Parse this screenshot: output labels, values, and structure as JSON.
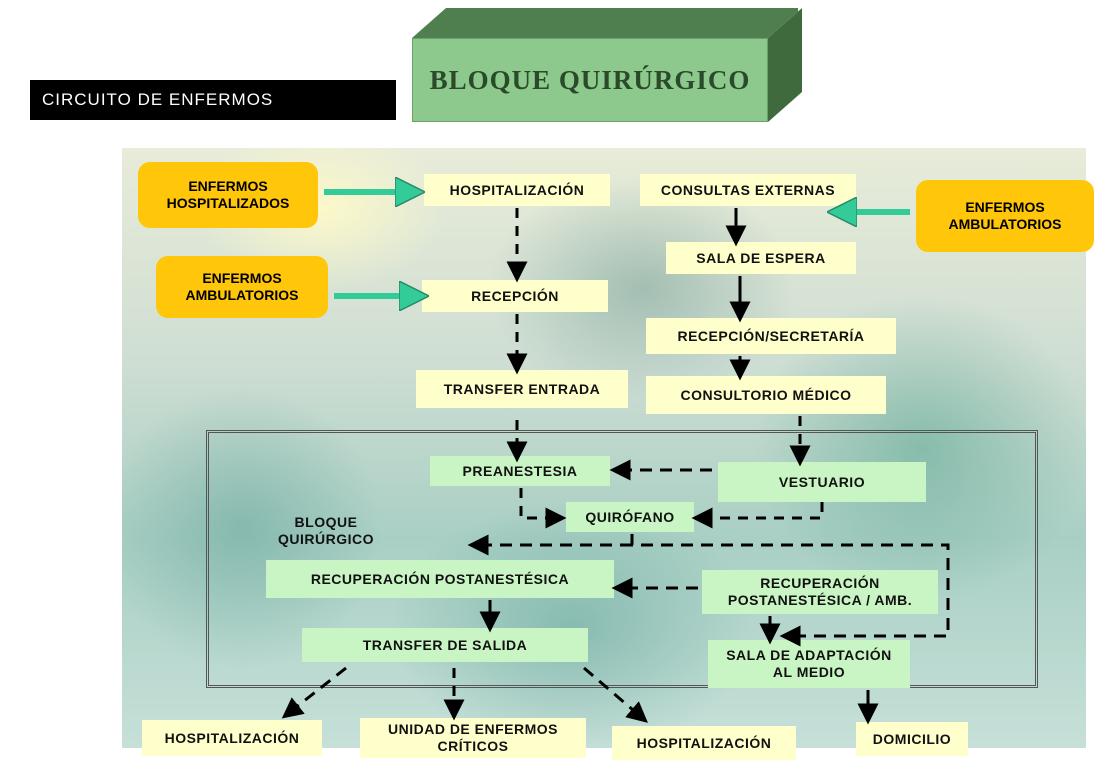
{
  "header": {
    "subtitle": "CIRCUITO DE ENFERMOS",
    "title": "BLOQUE QUIRÚRGICO"
  },
  "sources": {
    "hospitalized": "ENFERMOS HOSPITALIZADOS",
    "ambulatory_left": "ENFERMOS AMBULATORIOS",
    "ambulatory_right": "ENFERMOS AMBULATORIOS"
  },
  "left_path": {
    "hospitalization": "HOSPITALIZACIÓN",
    "reception": "RECEPCIÓN",
    "transfer_in": "TRANSFER ENTRADA"
  },
  "right_path": {
    "outpatient": "CONSULTAS EXTERNAS",
    "waiting_room": "SALA DE ESPERA",
    "reception_secretary": "RECEPCIÓN/SECRETARÍA",
    "doctor_office": "CONSULTORIO MÉDICO"
  },
  "surgical_block": {
    "label": "BLOQUE QUIRÚRGICO",
    "preanesthesia": "PREANESTESIA",
    "changing_room": "VESTUARIO",
    "operating_room": "QUIRÓFANO",
    "recovery": "RECUPERACIÓN POSTANESTÉSICA",
    "recovery_amb": "RECUPERACIÓN POSTANESTÉSICA / AMB.",
    "transfer_out": "TRANSFER DE SALIDA",
    "adaptation_room": "SALA DE ADAPTACIÓN AL MEDIO"
  },
  "destinations": {
    "hospitalization_1": "HOSPITALIZACIÓN",
    "critical_care": "UNIDAD DE ENFERMOS CRÍTICOS",
    "hospitalization_2": "HOSPITALIZACIÓN",
    "home": "DOMICILIO"
  },
  "colors": {
    "source_tag": "#ffc60a",
    "outer_box": "#ffffcc",
    "inner_box": "#c9f5c4",
    "entry_arrow": "#33cc99",
    "block_front": "#8dc98d"
  }
}
